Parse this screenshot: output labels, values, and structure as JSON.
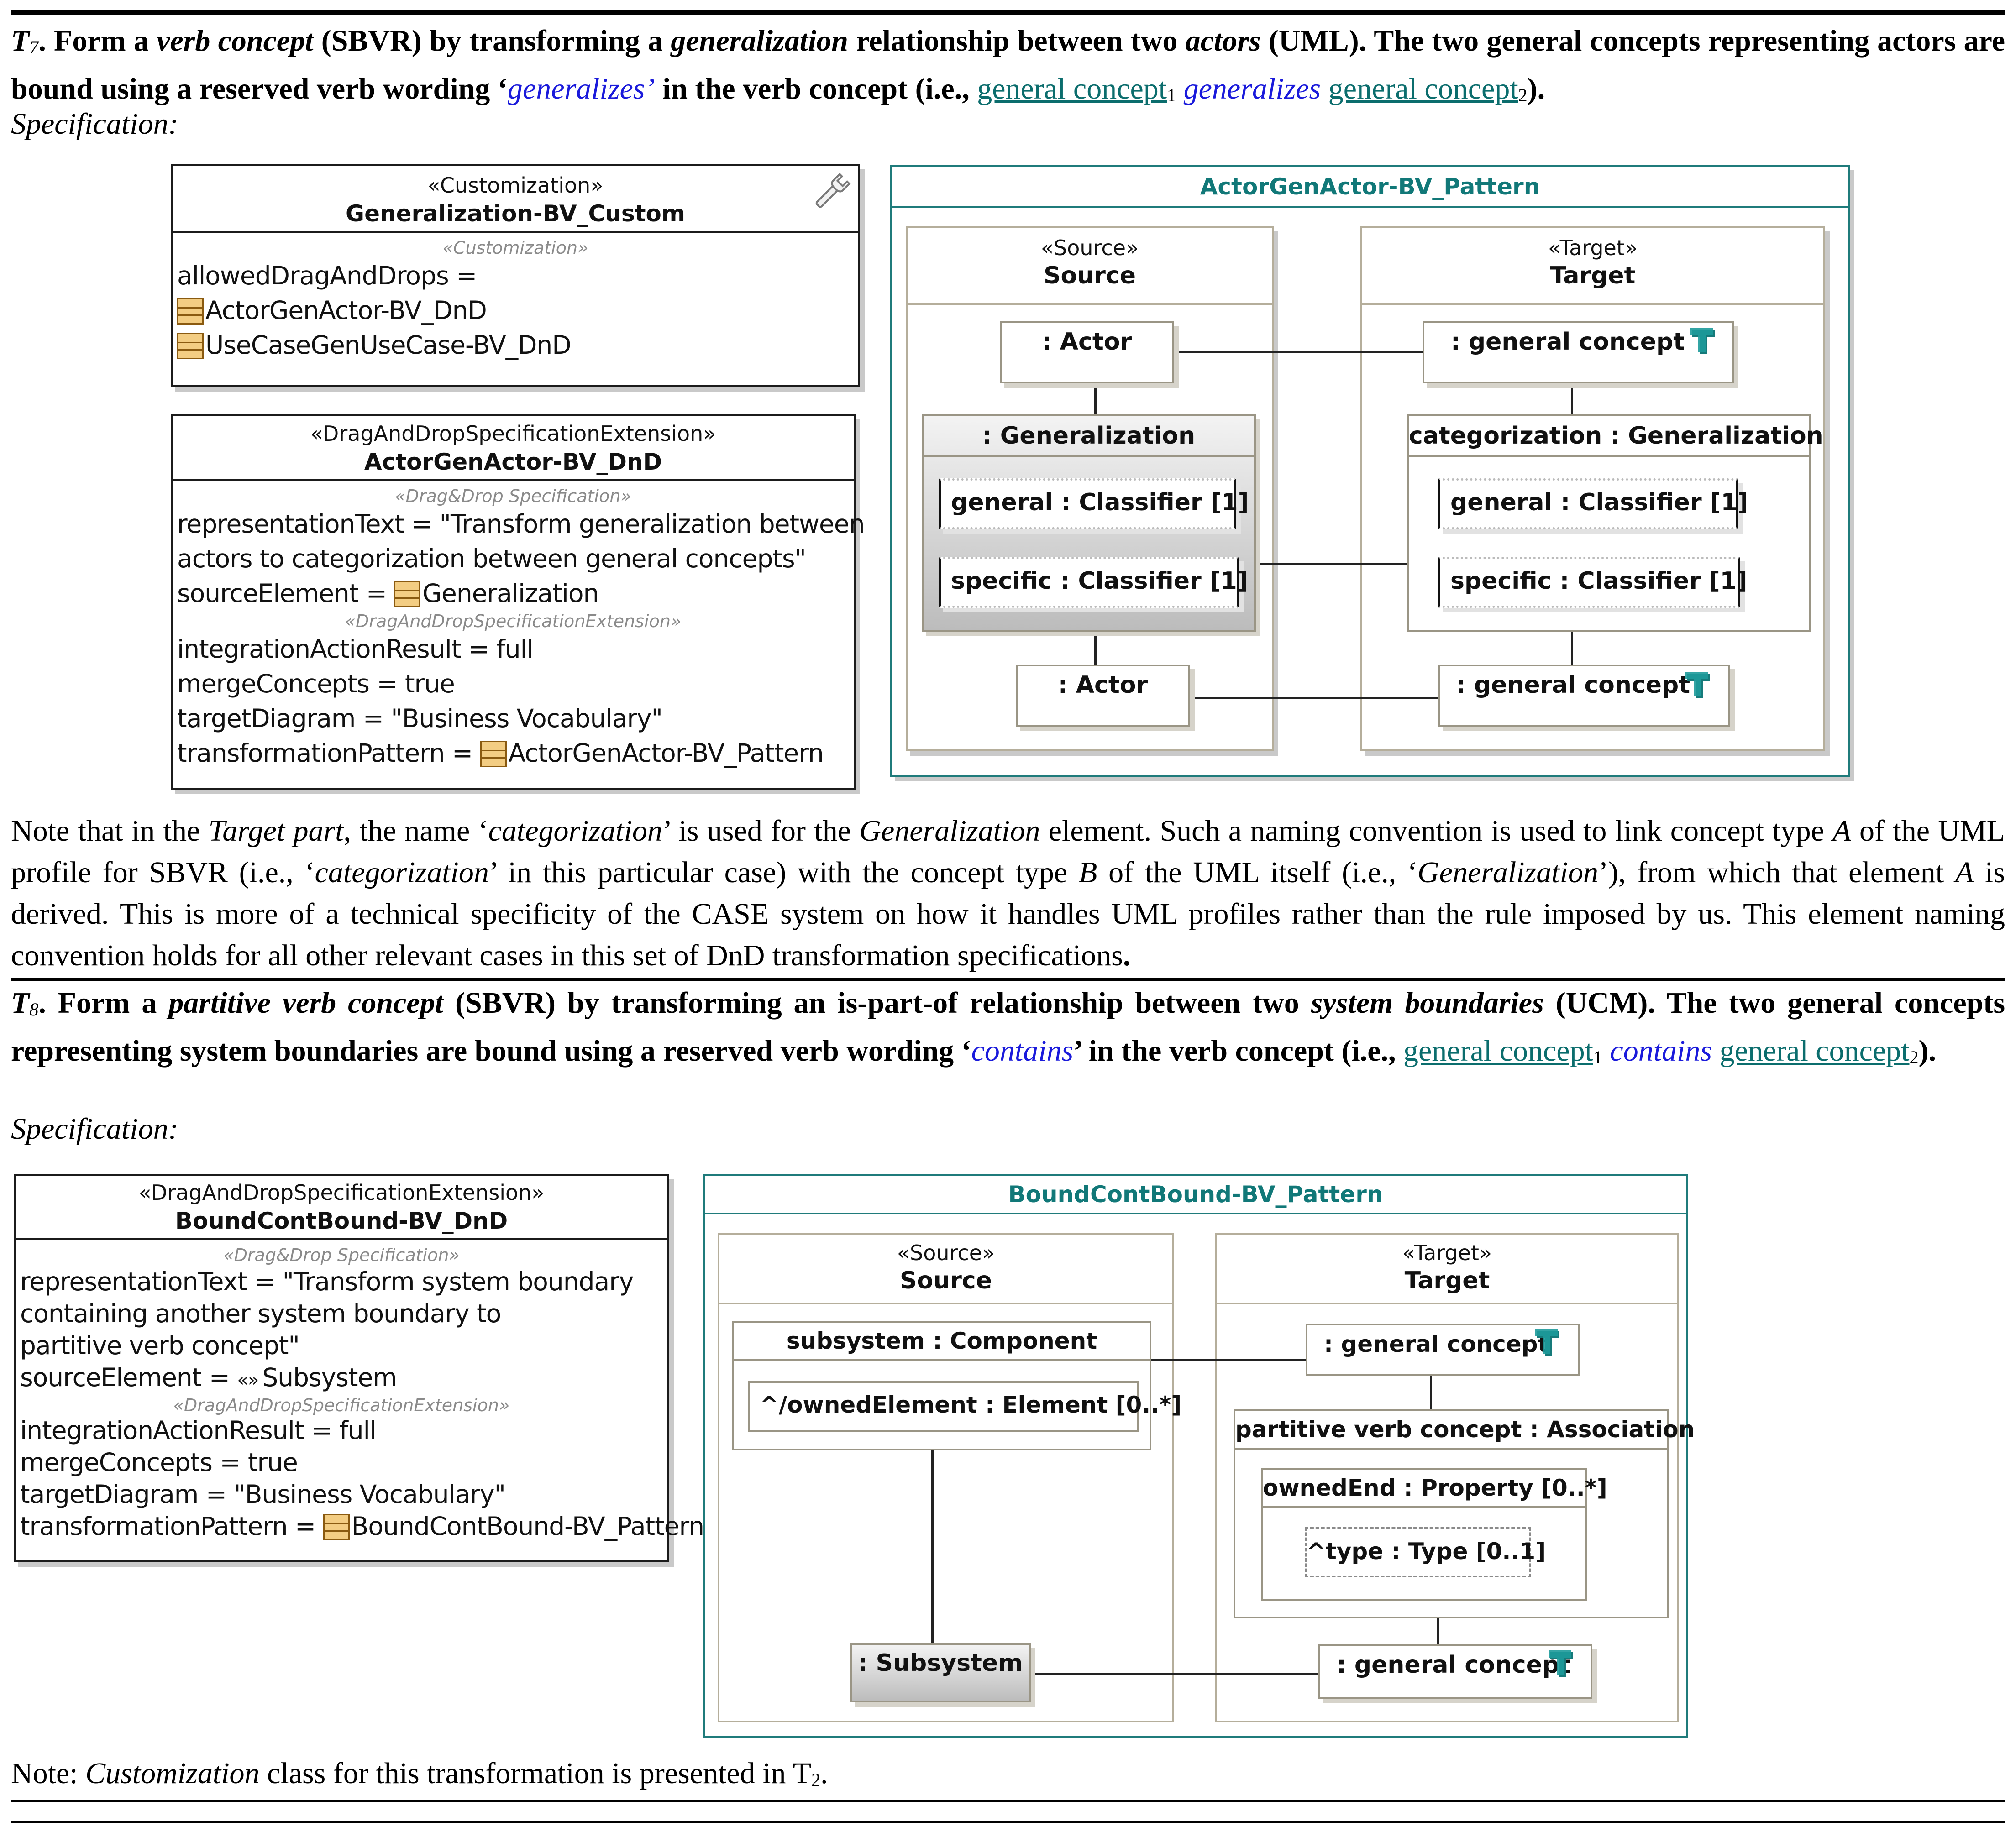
{
  "t7": {
    "label": "T",
    "label_sub": "7",
    "text_1": ". Form a ",
    "verb_concept": "verb concept",
    "text_2": " (SBVR) by transforming a ",
    "generalization": "generalization",
    "text_3": " relationship between two ",
    "actors": "actors",
    "text_4": " (UML). The two general concepts representing actors are bound using a reserved verb wording ‘",
    "verb": "generalizes’",
    "text_5": " in the verb concept (i.e., ",
    "gc1": "general concept",
    "gc1_sub": "1",
    "verb2": "generalizes",
    "gc2": "general concept",
    "gc2_sub": "2",
    "text_6": ").",
    "spec_label": "Specification:"
  },
  "custom_class": {
    "stereotype": "«Customization»",
    "name": "Generalization-BV_Custom",
    "section": "«Customization»",
    "prop1": "allowedDragAndDrops =",
    "item1": "ActorGenActor-BV_DnD",
    "item2": "UseCaseGenUseCase-BV_DnD"
  },
  "dnd1": {
    "stereotype": "«DragAndDropSpecificationExtension»",
    "name": "ActorGenActor-BV_DnD",
    "section1": "«Drag&Drop Specification»",
    "rep1": "representationText = \"Transform generalization between",
    "rep2": "actors to categorization between general concepts\"",
    "source_label": "sourceElement = ",
    "source_value": "Generalization",
    "section2": "«DragAndDropSpecificationExtension»",
    "integration": "integrationActionResult = full",
    "merge": "mergeConcepts = true",
    "target": "targetDiagram = \"Business Vocabulary\"",
    "pattern_label": "transformationPattern = ",
    "pattern_value": "ActorGenActor-BV_Pattern"
  },
  "pattern1": {
    "title": "ActorGenActor-BV_Pattern",
    "source": {
      "stereotype": "«Source»",
      "name": "Source",
      "actor_top": ": Actor",
      "generalization": ": Generalization",
      "general_port": "general : Classifier [1]",
      "specific_port": "specific : Classifier [1]",
      "actor_bottom": ": Actor"
    },
    "target": {
      "stereotype": "«Target»",
      "name": "Target",
      "gc_top": ": general concept",
      "categorization": "categorization : Generalization",
      "general_port": "general : Classifier [1]",
      "specific_port": "specific : Classifier [1]",
      "gc_bottom": ": general concept"
    }
  },
  "note1": {
    "p1": "Note that in the ",
    "target_part": "Target part",
    "p2": ", the name ‘",
    "categorization": "categorization",
    "p3": "’ is used for the ",
    "generalization": "Generalization",
    "p4": " element. Such a naming convention is used to link concept type ",
    "a": "A",
    "p5": " of the UML profile for SBVR (i.e., ‘",
    "categorization2": "categorization",
    "p6": "’ in this particular case) with the concept type ",
    "b": "B",
    "p7": " of the UML itself (i.e., ‘",
    "generalization2": "Generalization",
    "p8": "’), from which that element ",
    "a2": "A",
    "p9": " is derived. This is more of a technical specificity of the CASE system on how it handles UML profiles rather than the rule imposed by us. This element naming convention holds for all other relevant cases in this set of DnD transformation specifications",
    "p10": "."
  },
  "t8": {
    "label": "T",
    "label_sub": "8",
    "text_1": ". Form a ",
    "pvc": "partitive verb concept",
    "text_2": " (SBVR) by transforming an is-part-of relationship between two ",
    "sb": "system boundaries",
    "text_3": " (UCM). The two general concepts representing system boundaries are bound using a reserved verb wording ‘",
    "verb": "contains",
    "text_4": "’ in the verb concept (i.e., ",
    "gc1": "general concept",
    "gc1_sub": "1",
    "verb2": "contains",
    "gc2": "general concept",
    "gc2_sub": "2",
    "text_5": ").",
    "spec_label": "Specification:"
  },
  "dnd2": {
    "stereotype": "«DragAndDropSpecificationExtension»",
    "name": "BoundContBound-BV_DnD",
    "section1": "«Drag&Drop Specification»",
    "rep1": "representationText = \"Transform system boundary",
    "rep2": "containing another system boundary to",
    "rep3": "partitive verb concept\"",
    "source_label": "sourceElement = ",
    "source_icon": "«»",
    "source_value": "Subsystem",
    "section2": "«DragAndDropSpecificationExtension»",
    "integration": "integrationActionResult = full",
    "merge": "mergeConcepts = true",
    "target": "targetDiagram = \"Business Vocabulary\"",
    "pattern_label": "transformationPattern = ",
    "pattern_value": "BoundContBound-BV_Pattern"
  },
  "pattern2": {
    "title": "BoundContBound-BV_Pattern",
    "source": {
      "stereotype": "«Source»",
      "name": "Source",
      "component": "subsystem : Component",
      "owned": "^/ownedElement : Element [0..*]",
      "subsystem": ": Subsystem"
    },
    "target": {
      "stereotype": "«Target»",
      "name": "Target",
      "gc_top": ": general concept",
      "association": "partitive verb concept : Association",
      "owned_end": "ownedEnd : Property [0..*]",
      "type": "^type : Type [0..1]",
      "gc_bottom": ": general concept"
    }
  },
  "note2": {
    "p1": "Note: ",
    "customization": "Customization",
    "p2": " class for this transformation is presented in T",
    "sub": "2",
    "p3": "."
  },
  "colors": {
    "frame": "#1f7b7b",
    "link_green": "#0b6d6d",
    "verb_blue": "#1a1adb",
    "icon_orange": "#f3cd83"
  }
}
